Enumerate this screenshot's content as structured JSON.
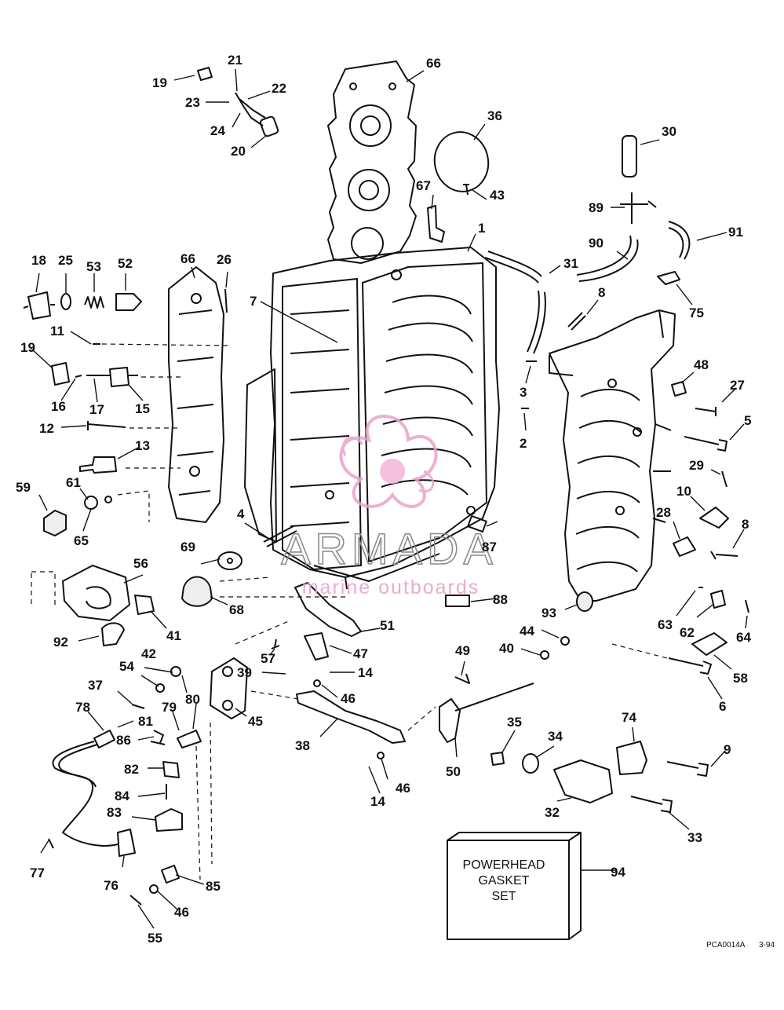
{
  "labels": {
    "n1": "1",
    "n2": "2",
    "n3": "3",
    "n4": "4",
    "n5": "5",
    "n6": "6",
    "n7": "7",
    "n8a": "8",
    "n8b": "8",
    "n9": "9",
    "n10": "10",
    "n11": "11",
    "n12": "12",
    "n13": "13",
    "n14a": "14",
    "n14b": "14",
    "n15": "15",
    "n16": "16",
    "n17": "17",
    "n18": "18",
    "n19a": "19",
    "n19b": "19",
    "n20": "20",
    "n21": "21",
    "n22": "22",
    "n23": "23",
    "n24": "24",
    "n25": "25",
    "n26": "26",
    "n27": "27",
    "n28": "28",
    "n29": "29",
    "n30": "30",
    "n31": "31",
    "n32": "32",
    "n33": "33",
    "n34": "34",
    "n35": "35",
    "n36": "36",
    "n37": "37",
    "n38": "38",
    "n39": "39",
    "n40": "40",
    "n41": "41",
    "n42": "42",
    "n43": "43",
    "n44": "44",
    "n45": "45",
    "n46a": "46",
    "n46b": "46",
    "n46c": "46",
    "n47": "47",
    "n48": "48",
    "n49": "49",
    "n50": "50",
    "n51": "51",
    "n52": "52",
    "n53": "53",
    "n54": "54",
    "n55": "55",
    "n56": "56",
    "n57": "57",
    "n58": "58",
    "n59": "59",
    "n61": "61",
    "n62": "62",
    "n63": "63",
    "n64": "64",
    "n65": "65",
    "n66a": "66",
    "n66b": "66",
    "n67": "67",
    "n68": "68",
    "n69": "69",
    "n74": "74",
    "n75": "75",
    "n76": "76",
    "n77": "77",
    "n78": "78",
    "n79": "79",
    "n80": "80",
    "n81": "81",
    "n82": "82",
    "n83": "83",
    "n84": "84",
    "n85": "85",
    "n86": "86",
    "n87": "87",
    "n88": "88",
    "n89": "89",
    "n90": "90",
    "n91": "91",
    "n92": "92",
    "n93": "93",
    "n94": "94"
  },
  "gasket_box": {
    "line1": "POWERHEAD",
    "line2": "GASKET",
    "line3": "SET"
  },
  "watermark": {
    "brand": "ARMADA",
    "tagline": "marine outboards"
  },
  "footer": {
    "ref_code": "PCA0014A",
    "date": "3-94"
  },
  "colors": {
    "ink": "#111111",
    "watermark_grey": "#8c8c8c",
    "watermark_pink": "#e9a3c9"
  }
}
